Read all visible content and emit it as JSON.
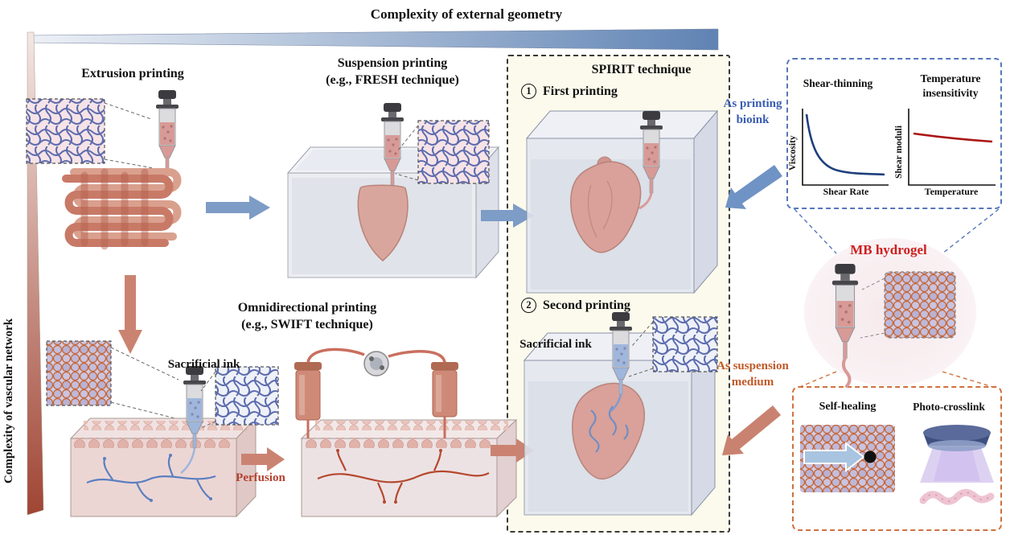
{
  "figure": {
    "axes": {
      "top": "Complexity of external geometry",
      "left": "Complexity of vascular network"
    },
    "panels": {
      "extrusion": {
        "title": "Extrusion printing"
      },
      "suspension": {
        "title": "Suspension printing",
        "subtitle": "(e.g., FRESH technique)"
      },
      "omnidirectional": {
        "title": "Omnidirectional printing",
        "subtitle": "(e.g., SWIFT technique)",
        "sacrificial_ink": "Sacrificial ink",
        "perfusion": "Perfusion"
      },
      "spirit": {
        "title": "SPIRIT technique",
        "step1_num": "1",
        "step1": "First printing",
        "step2_num": "2",
        "step2": "Second printing",
        "sacrificial_ink": "Sacrificial ink"
      }
    },
    "hydrogel": {
      "name": "MB hydrogel",
      "as_printing_bioink": "As printing bioink",
      "as_suspension_medium": "As suspension medium",
      "properties": {
        "shear_thinning": {
          "title": "Shear-thinning",
          "ylabel": "Viscosity",
          "xlabel": "Shear Rate"
        },
        "temperature_insensitivity": {
          "title": "Temperature insensitivity",
          "ylabel": "Shear moduli",
          "xlabel": "Temperature"
        },
        "self_healing": "Self-healing",
        "photo_crosslink": "Photo-crosslink"
      }
    },
    "colors": {
      "blue_arrow": "#7d9cc6",
      "salmon_arrow": "#cb8371",
      "bioink_text": "#3a5cb0",
      "medium_text": "#c05a28",
      "hydrogel_text": "#cc1f1f",
      "perfusion_text": "#b5402e",
      "shear_curve": "#1e3f7d",
      "temp_curve": "#aa1515",
      "spirit_bg": "#fbfaec"
    }
  },
  "chart_data": [
    {
      "type": "line",
      "title": "Shear-thinning",
      "xlabel": "Shear Rate",
      "ylabel": "Viscosity",
      "series": [
        {
          "name": "Viscosity",
          "x": [
            0,
            1,
            2,
            4,
            7,
            10
          ],
          "y": [
            100,
            42,
            22,
            13,
            9,
            8
          ]
        }
      ],
      "axis_ticks": "none (qualitative sketch)",
      "grid": false,
      "legend": false,
      "line_color": "#1e3f7d",
      "trend": "monotonic decreasing, convex shear-thinning curve"
    },
    {
      "type": "line",
      "title": "Temperature insensitivity",
      "xlabel": "Temperature",
      "ylabel": "Shear moduli",
      "series": [
        {
          "name": "Shear moduli",
          "x": [
            0,
            25,
            50,
            75,
            100
          ],
          "y": [
            60,
            59,
            57.5,
            56.5,
            55.5
          ]
        }
      ],
      "axis_ticks": "none (qualitative sketch)",
      "grid": false,
      "legend": false,
      "line_color": "#aa1515",
      "trend": "nearly flat, slightly decreasing line"
    }
  ]
}
